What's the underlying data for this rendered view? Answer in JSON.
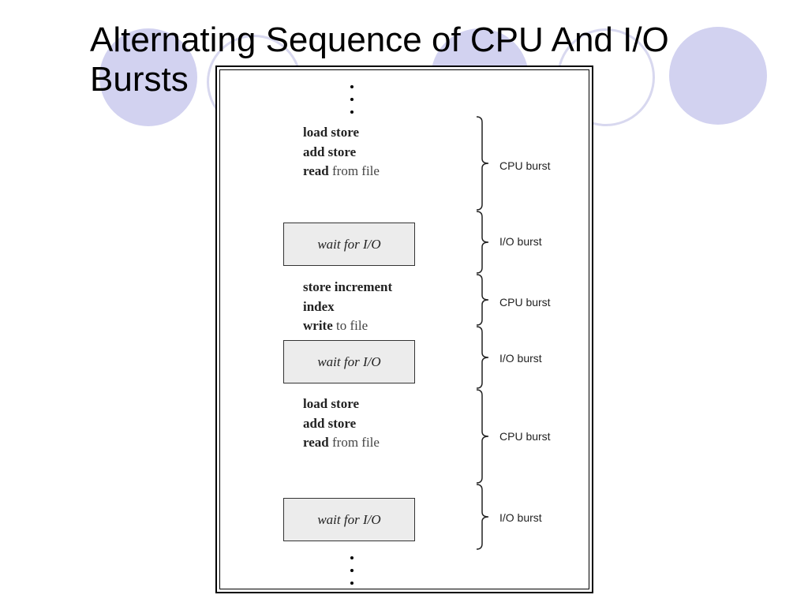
{
  "slide": {
    "title_lines": [
      "Alternating Sequence of CPU And I/O",
      "Bursts"
    ]
  },
  "figure": {
    "cpu_blocks": [
      {
        "lines": [
          {
            "bold": "load store",
            "rest": ""
          },
          {
            "bold": "add store",
            "rest": ""
          },
          {
            "bold": "read",
            "rest": " from file"
          }
        ]
      },
      {
        "lines": [
          {
            "bold": "store increment",
            "rest": ""
          },
          {
            "bold": "index",
            "rest": ""
          },
          {
            "bold": "write",
            "rest": " to file"
          }
        ]
      },
      {
        "lines": [
          {
            "bold": "load store",
            "rest": ""
          },
          {
            "bold": "add store",
            "rest": ""
          },
          {
            "bold": "read",
            "rest": " from file"
          }
        ]
      }
    ],
    "wait_label": "wait for I/O",
    "bursts": [
      {
        "label": "CPU burst",
        "kind": "cpu"
      },
      {
        "label": "I/O burst",
        "kind": "io"
      },
      {
        "label": "CPU burst",
        "kind": "cpu"
      },
      {
        "label": "I/O burst",
        "kind": "io"
      },
      {
        "label": "CPU burst",
        "kind": "cpu"
      },
      {
        "label": "I/O burst",
        "kind": "io"
      }
    ]
  }
}
